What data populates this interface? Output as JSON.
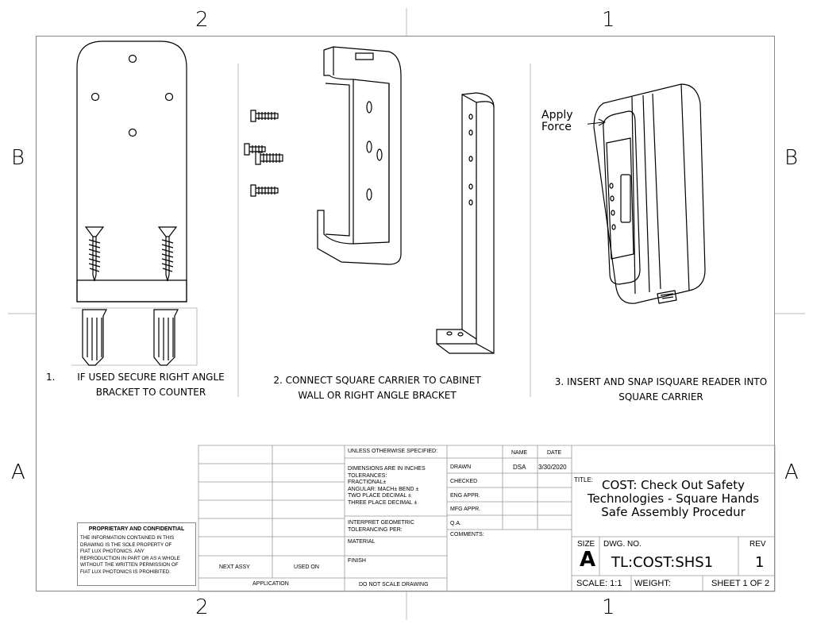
{
  "zones": {
    "top_2": "2",
    "top_1": "1",
    "bottom_2": "2",
    "bottom_1": "1",
    "left_B": "B",
    "right_B": "B",
    "left_A": "A",
    "right_A": "A"
  },
  "steps": {
    "step1_num": "1.",
    "step1_line1": "IF USED SECURE RIGHT ANGLE",
    "step1_line2": "BRACKET TO COUNTER",
    "step2_line1": "2.  CONNECT SQUARE CARRIER TO CABINET",
    "step2_line2": "WALL OR RIGHT ANGLE BRACKET",
    "step3_line1": "3. INSERT AND SNAP ISQUARE READER INTO",
    "step3_line2": "SQUARE CARRIER"
  },
  "annotation": {
    "apply_line1": "Apply",
    "apply_line2": "Force"
  },
  "proprietary": {
    "title": "PROPRIETARY AND CONFIDENTIAL",
    "lines": [
      "THE INFORMATION CONTAINED IN THIS",
      "DRAWING IS THE SOLE PROPERTY OF",
      "FIAT LUX PHOTONICS.  ANY",
      "REPRODUCTION IN PART OR AS A WHOLE",
      "WITHOUT THE WRITTEN PERMISSION OF",
      "FIAT LUX PHOTONICS IS PROHIBITED."
    ]
  },
  "title_block": {
    "next_assy": "NEXT ASSY",
    "used_on": "USED ON",
    "application": "APPLICATION",
    "unless": "UNLESS OTHERWISE SPECIFIED:",
    "dims": "DIMENSIONS ARE IN INCHES",
    "tolerances": "TOLERANCES:",
    "fractional": "FRACTIONAL±",
    "angular": "ANGULAR: MACH±     BEND ±",
    "two_place": "TWO PLACE DECIMAL    ±",
    "three_place": "THREE PLACE DECIMAL  ±",
    "interpret1": "INTERPRET GEOMETRIC",
    "interpret2": "TOLERANCING PER:",
    "material": "MATERIAL",
    "finish": "FINISH",
    "do_not_scale": "DO NOT SCALE DRAWING",
    "name_hdr": "NAME",
    "date_hdr": "DATE",
    "drawn": "DRAWN",
    "drawn_name": "DSA",
    "drawn_date": "3/30/2020",
    "checked": "CHECKED",
    "eng_appr": "ENG APPR.",
    "mfg_appr": "MFG APPR.",
    "qa": "Q.A.",
    "comments": "COMMENTS:",
    "title_label": "TITLE:",
    "title_line1": "COST: Check Out Safety",
    "title_line2": "Technologies - Square Hands",
    "title_line3": "Safe Assembly Procedur",
    "size_label": "SIZE",
    "size_value": "A",
    "dwg_label": "DWG.  NO.",
    "dwg_value": "TL:COST:SHS1",
    "rev_label": "REV",
    "rev_value": "1",
    "scale": "SCALE: 1:1",
    "weight": "WEIGHT:",
    "sheet": "SHEET 1 OF 2"
  }
}
